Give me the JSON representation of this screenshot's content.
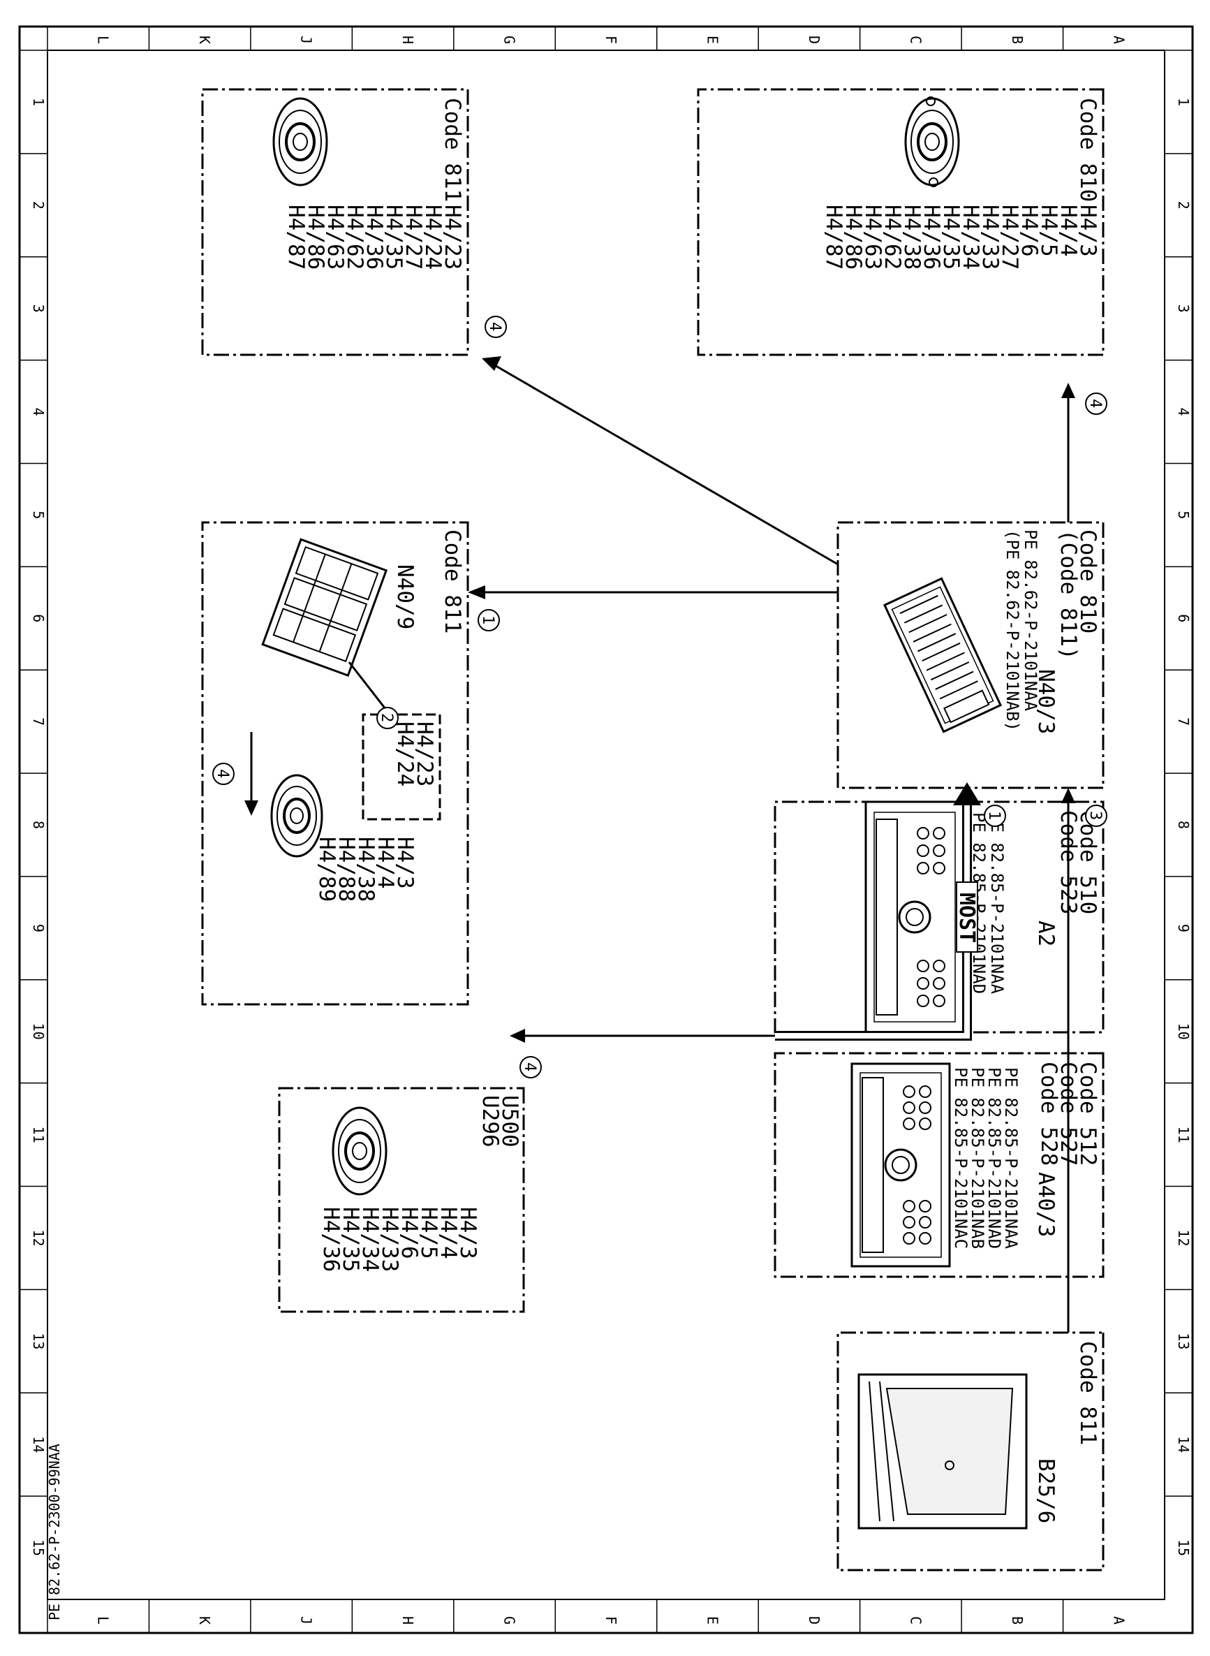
{
  "ruler": {
    "rows": [
      "A",
      "B",
      "C",
      "D",
      "E",
      "F",
      "G",
      "H",
      "J",
      "K",
      "L"
    ],
    "cols": [
      "1",
      "2",
      "3",
      "4",
      "5",
      "6",
      "7",
      "8",
      "9",
      "10",
      "11",
      "12",
      "13",
      "14",
      "15"
    ]
  },
  "boxes": {
    "code810_speakers": {
      "title": "Code 810",
      "items": [
        "H4/3",
        "H4/4",
        "H4/5",
        "H4/6",
        "H4/27",
        "H4/33",
        "H4/34",
        "H4/35",
        "H4/36",
        "H4/38",
        "H4/62",
        "H4/63",
        "H4/86",
        "H4/87"
      ]
    },
    "code811_speakers": {
      "title": "Code 811",
      "items": [
        "H4/23",
        "H4/24",
        "H4/27",
        "H4/35",
        "H4/36",
        "H4/62",
        "H4/63",
        "H4/86",
        "H4/87"
      ]
    },
    "n40_9_group": {
      "title": "Code 811",
      "module": "N40/9",
      "sub_items": [
        "H4/23",
        "H4/24"
      ],
      "speakers": [
        "H4/3",
        "H4/4",
        "H4/38",
        "H4/88",
        "H4/89"
      ]
    },
    "n40_3_amp": {
      "title1": "Code 810",
      "title2": "(Code 811)",
      "module": "N40/3",
      "refs": [
        "PE 82.62-P-2101NAA",
        "(PE 82.62-P-2101NAB)"
      ]
    },
    "a2_radio": {
      "codes": [
        "Code 510",
        "Code 523"
      ],
      "module": "A2",
      "refs": [
        "PE 82.85-P-2101NAA",
        "PE 82.85-P-2101NAD"
      ]
    },
    "a40_3_headunit": {
      "codes": [
        "Code 512",
        "Code 527",
        "Code 528"
      ],
      "module": "A40/3",
      "refs": [
        "PE 82.85-P-2101NAA",
        "PE 82.85-P-2101NAD",
        "PE 82.85-P-2101NAB",
        "PE 82.85-P-2101NAC"
      ]
    },
    "b25_6_mic": {
      "title": "Code 811",
      "module": "B25/6"
    },
    "u500_speakers": {
      "codes": [
        "U500",
        "U296"
      ],
      "items": [
        "H4/3",
        "H4/4",
        "H4/5",
        "H4/6",
        "H4/33",
        "H4/34",
        "H4/35",
        "H4/36"
      ]
    }
  },
  "connections": {
    "bus_label": "MOST",
    "step_1": "1",
    "step_2": "2",
    "step_3": "3",
    "step_4": "4"
  },
  "doc_id": "PE 82.62-P-2300-99NAA"
}
